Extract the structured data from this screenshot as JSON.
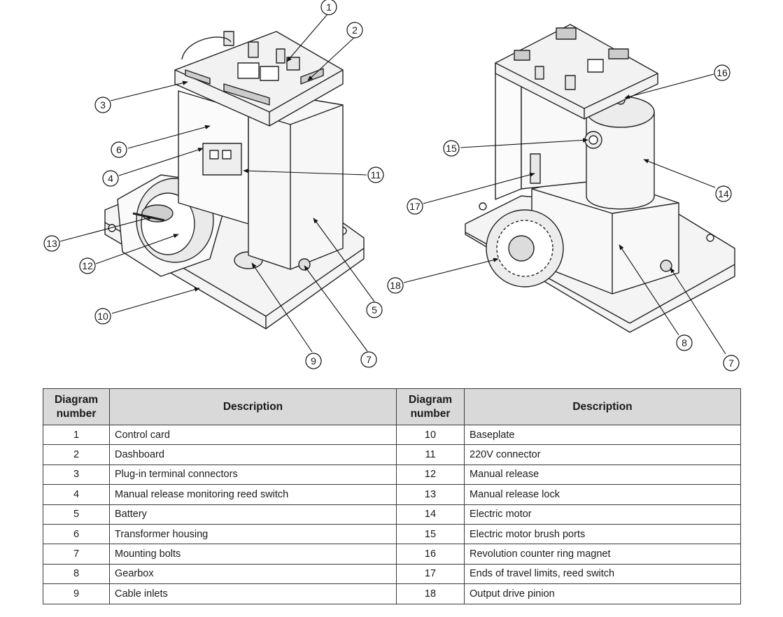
{
  "table": {
    "headers": [
      "Diagram\nnumber",
      "Description",
      "Diagram\nnumber",
      "Description"
    ],
    "rows": [
      [
        {
          "num": "1",
          "desc": "Control card"
        },
        {
          "num": "10",
          "desc": "Baseplate"
        }
      ],
      [
        {
          "num": "2",
          "desc": "Dashboard"
        },
        {
          "num": "11",
          "desc": "220V connector"
        }
      ],
      [
        {
          "num": "3",
          "desc": "Plug-in terminal connectors"
        },
        {
          "num": "12",
          "desc": "Manual release"
        }
      ],
      [
        {
          "num": "4",
          "desc": "Manual release monitoring reed switch"
        },
        {
          "num": "13",
          "desc": "Manual release lock"
        }
      ],
      [
        {
          "num": "5",
          "desc": "Battery"
        },
        {
          "num": "14",
          "desc": "Electric motor"
        }
      ],
      [
        {
          "num": "6",
          "desc": "Transformer housing"
        },
        {
          "num": "15",
          "desc": "Electric motor brush ports"
        }
      ],
      [
        {
          "num": "7",
          "desc": "Mounting bolts"
        },
        {
          "num": "16",
          "desc": "Revolution counter ring magnet"
        }
      ],
      [
        {
          "num": "8",
          "desc": "Gearbox"
        },
        {
          "num": "17",
          "desc": "Ends of travel limits, reed switch"
        }
      ],
      [
        {
          "num": "9",
          "desc": "Cable inlets"
        },
        {
          "num": "18",
          "desc": "Output drive pinion"
        }
      ]
    ]
  },
  "callouts": {
    "left_view": [
      "1",
      "2",
      "3",
      "4",
      "5",
      "6",
      "7",
      "9",
      "10",
      "11",
      "12",
      "13"
    ],
    "right_view": [
      "7",
      "8",
      "14",
      "15",
      "16",
      "17",
      "18"
    ]
  }
}
